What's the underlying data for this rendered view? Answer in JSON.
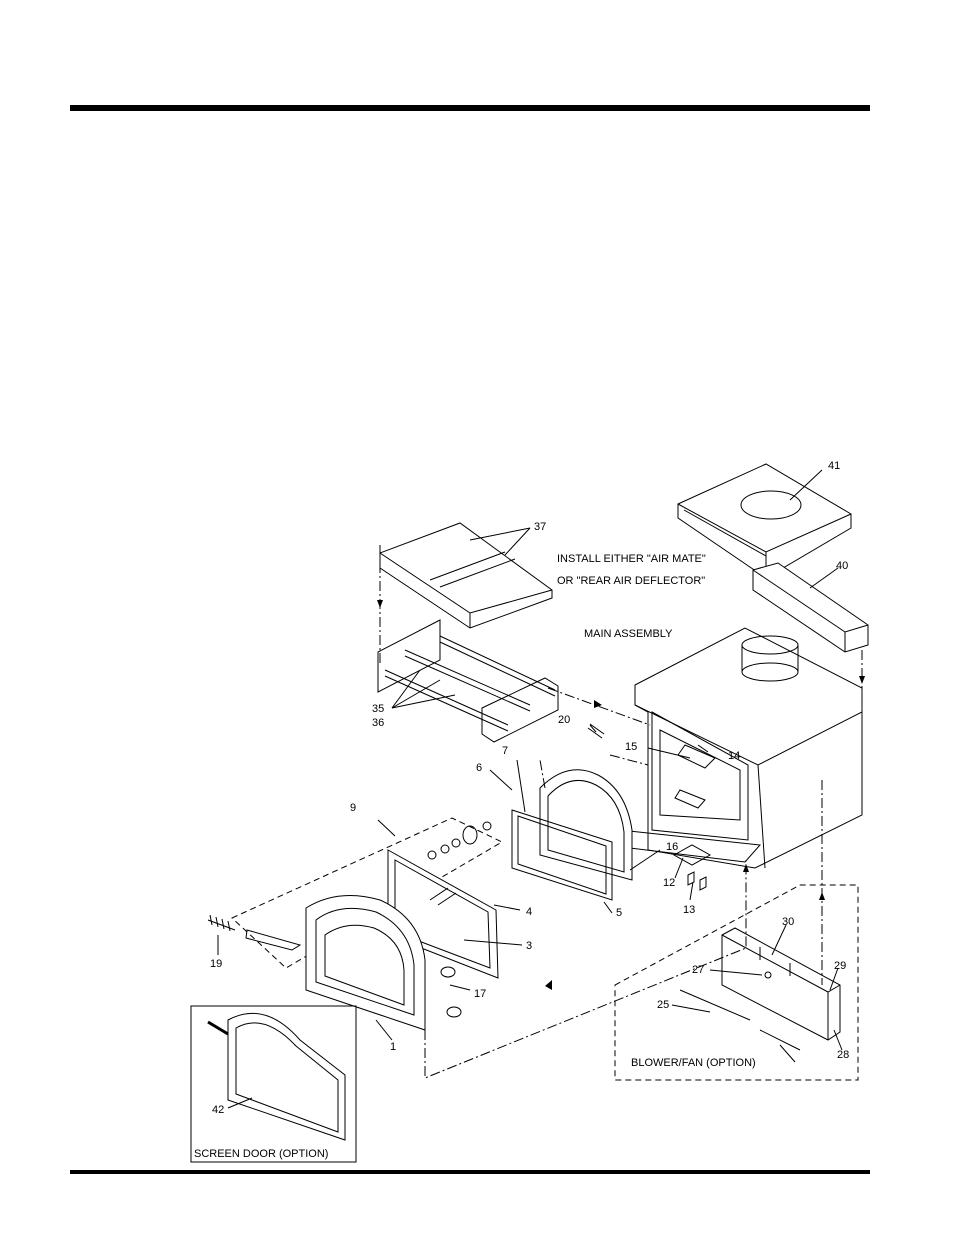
{
  "labels": {
    "p41": "41",
    "p40": "40",
    "p37": "37",
    "p35": "35",
    "p36": "36",
    "p20": "20",
    "p15": "15",
    "p14": "14",
    "p7": "7",
    "p6": "6",
    "p9": "9",
    "p16": "16",
    "p12": "12",
    "p13": "13",
    "p5": "5",
    "p4": "4",
    "p3": "3",
    "p19": "19",
    "p17": "17",
    "p1": "1",
    "p30": "30",
    "p29": "29",
    "p27": "27",
    "p25": "25",
    "p28": "28",
    "p42": "42"
  },
  "captions": {
    "install_line1": "INSTALL EITHER \"AIR MATE\"",
    "install_line2": "OR \"REAR AIR DEFLECTOR\"",
    "main_assembly": "MAIN ASSEMBLY",
    "blower_fan": "BLOWER/FAN (OPTION)",
    "screen_door": "SCREEN DOOR (OPTION)"
  }
}
